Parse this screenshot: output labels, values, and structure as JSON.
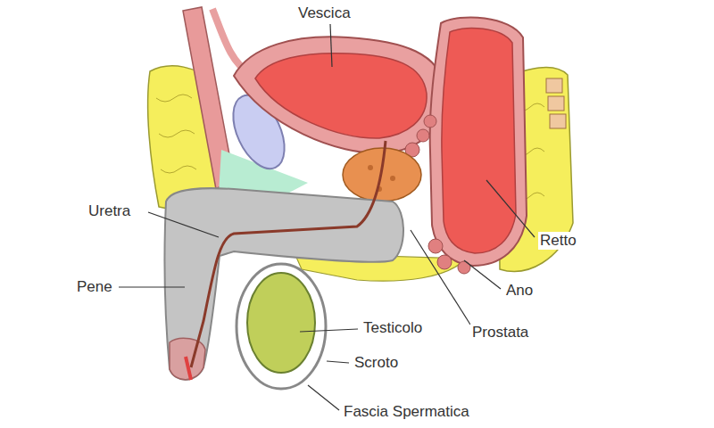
{
  "diagram": {
    "labels": [
      "Vescica",
      "Uretra",
      "Retto",
      "Pene",
      "Ano",
      "Testicolo",
      "Prostata",
      "Scroto",
      "Fascia Spermatica"
    ]
  }
}
